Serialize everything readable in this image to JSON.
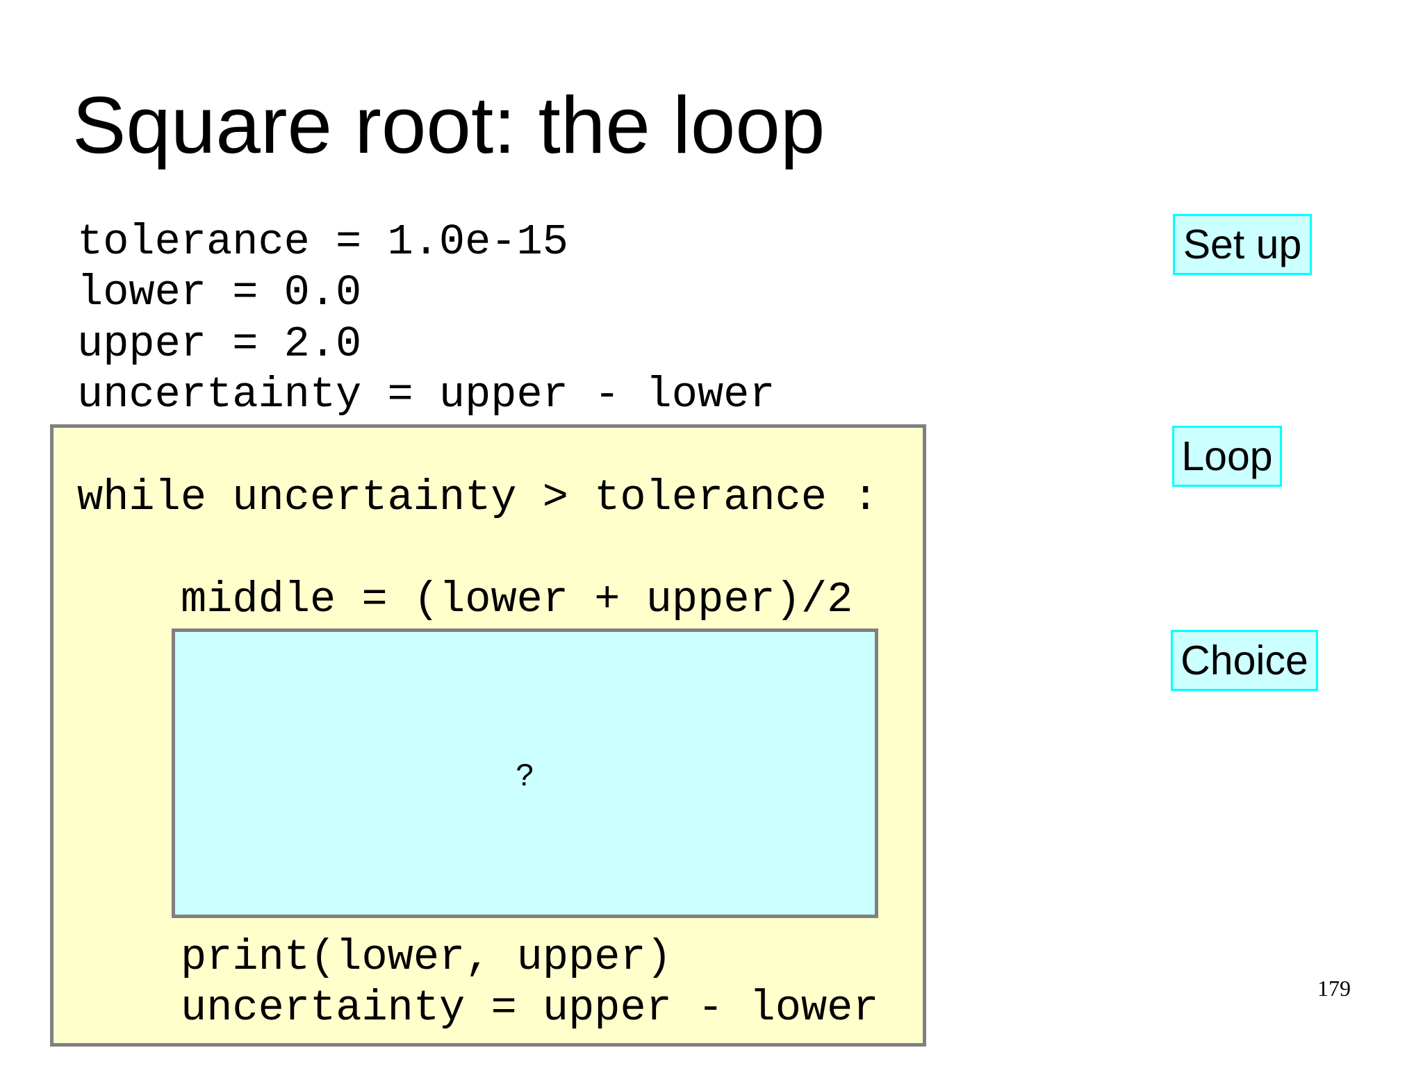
{
  "slide": {
    "title": "Square root: the loop",
    "page_number": "179"
  },
  "code": {
    "setup": {
      "line1": "tolerance = 1.0e-15",
      "line2": "lower = 0.0",
      "line3": "upper = 2.0",
      "line4": "uncertainty = upper - lower"
    },
    "loop": {
      "header": "while uncertainty > tolerance :",
      "middle": "middle = (lower + upper)/2",
      "choice_placeholder": "?",
      "print": "print(lower, upper)",
      "update": "uncertainty = upper - lower"
    }
  },
  "labels": {
    "setup": "Set up",
    "loop": "Loop",
    "choice": "Choice"
  },
  "colors": {
    "loop_fill": "#ffffcc",
    "choice_fill": "#ccffff",
    "box_border": "#808080",
    "label_border": "#00ffff"
  }
}
